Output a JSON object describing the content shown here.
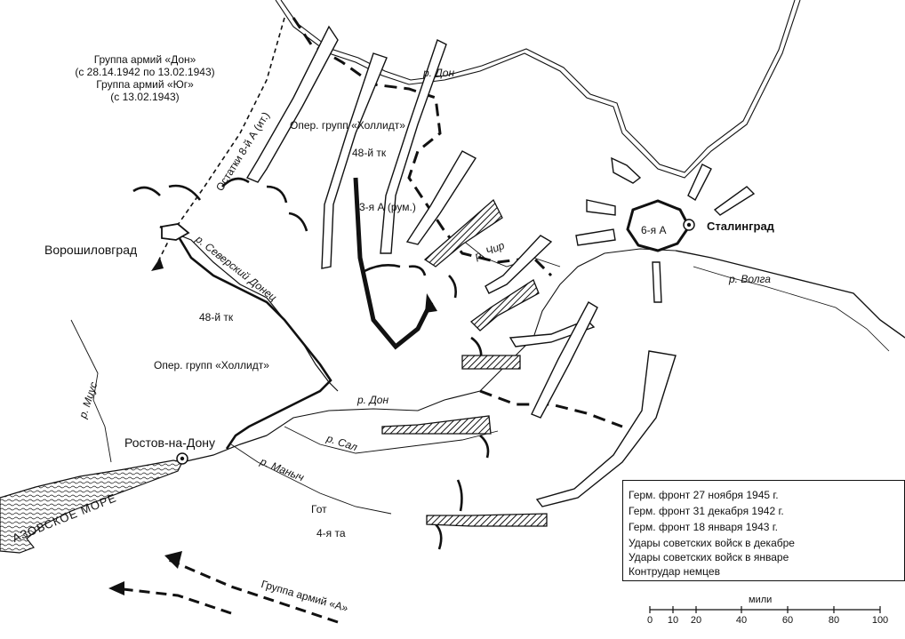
{
  "header": {
    "line1": "Группа армий «Дон»",
    "line2": "(с 28.14.1942 по 13.02.1943)",
    "line3": "Группа армий «Юг»",
    "line4": "(с 13.02.1943)"
  },
  "places": {
    "voroshilovgrad": "Ворошиловград",
    "rostov": "Ростов-на-Дону",
    "stalingrad": "Сталинград",
    "sixth_army": "6-я А",
    "azov_sea": "АЗОВСКОЕ МОРЕ"
  },
  "rivers": {
    "don_north": "р. Дон",
    "don_south": "р. Дон",
    "chir": "р. Чир",
    "volga": "р. Волга",
    "severskiy_donets": "р. Северский Донец",
    "mius": "р. Миус",
    "sal": "р. Сал",
    "manych": "р. Маныч"
  },
  "units": {
    "remnants_8th": "Остатки 8-й А (ит.)",
    "hollidt_north": "Опер. групп «Холлидт»",
    "tk48_north": "48-й тк",
    "third_rom": "3-я А (рум.)",
    "tk48_south": "48-й тк",
    "hollidt_south": "Опер. групп «Холлидт»",
    "goth": "Гот",
    "fourth_ta": "4-я та",
    "army_group_a": "Группа армий «А»"
  },
  "legend": {
    "items": [
      {
        "label": "Герм. фронт 27 ноября 1945 г.",
        "style": "dashed"
      },
      {
        "label": "Герм. фронт 31 декабря 1942 г.",
        "style": "ticks"
      },
      {
        "label": "Герм. фронт 18 января 1943 г.",
        "style": "triangles"
      },
      {
        "label": "Удары советских войск в декабре",
        "style": "hollow-arrow"
      },
      {
        "label": "Удары советских войск в январе",
        "style": "hatched-arrow"
      },
      {
        "label": "Контрудар немцев",
        "style": "black-arrow"
      }
    ]
  },
  "scale": {
    "unit": "мили",
    "ticks": [
      "0",
      "10",
      "20",
      "40",
      "60",
      "80",
      "100"
    ],
    "values": [
      0,
      10,
      20,
      40,
      60,
      80,
      100
    ]
  },
  "colors": {
    "ink": "#111111",
    "paper": "#ffffff"
  }
}
